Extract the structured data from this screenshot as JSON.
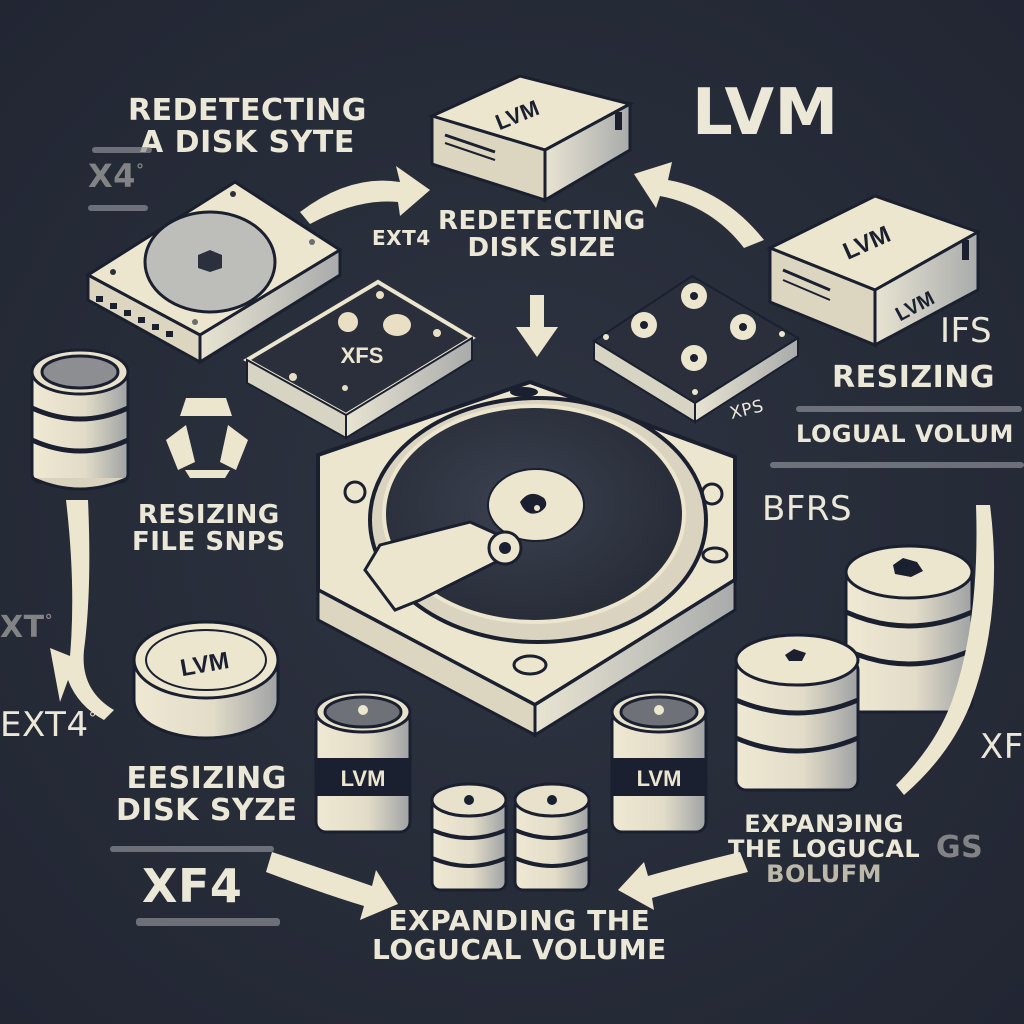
{
  "diagram": {
    "title": "LVM",
    "theme": {
      "background": "#262b38",
      "foreground": "#ece8d8",
      "outline": "#1b2030",
      "shade": "#b8b8b4"
    },
    "labels": {
      "top_left_heading_line1": "REDETECTING",
      "top_left_heading_line2": "A DISK SYTE",
      "top_left_tag": "X4",
      "top_left_tag_sup": "°",
      "center_top_tag": "EXT4",
      "center_top_line1": "REDETECTING",
      "center_top_line2": "DISK SIZE",
      "right_tag_ifs": "IFS",
      "right_heading": "RESIZING",
      "right_subheading": "LOGUAL VOLUM",
      "right_tag_bfrs": "BFRS",
      "right_tag_xps": "XPS",
      "left_heading_line1": "RESIZING",
      "left_heading_line2": "FILE SNPS",
      "left_tag_faded": "XT",
      "left_tag_faded_sup": "°",
      "left_tag_ext4": "EXT4",
      "left_tag_ext4_sup": "°",
      "bottom_left_heading_line1": "EESIZING",
      "bottom_left_heading_line2": "DISK SYZE",
      "bottom_left_tag": "XF4",
      "bottom_center_line1": "EXPANDING THE",
      "bottom_center_line2": "LOGUCAL VOLUME",
      "bottom_right_line1": "EXPANЭING",
      "bottom_right_line2": "THE LOGUCAL",
      "bottom_right_line3": "BOLUFM",
      "right_edge_tag_xf": "XF",
      "right_edge_tag_gs": "GS"
    },
    "nodes": [
      {
        "id": "lvm-box-top",
        "label": "LVM",
        "icon": "drive-box"
      },
      {
        "id": "lvm-box-right",
        "label": "LVM",
        "side_label": "LVM",
        "icon": "drive-box"
      },
      {
        "id": "hdd-flat-left",
        "icon": "hard-disk"
      },
      {
        "id": "xfs-chip",
        "label": "XFS",
        "icon": "chip"
      },
      {
        "id": "flower-chip",
        "label": "XPS",
        "icon": "chip"
      },
      {
        "id": "central-hdd",
        "icon": "hard-disk-open"
      },
      {
        "id": "db-left",
        "icon": "database"
      },
      {
        "id": "recycle",
        "icon": "recycle"
      },
      {
        "id": "lvm-puck",
        "label": "LVM",
        "icon": "disk-puck"
      },
      {
        "id": "lvm-cyl-1",
        "label": "LVM",
        "icon": "database"
      },
      {
        "id": "lvm-cyl-2",
        "label": "LVM",
        "icon": "database"
      },
      {
        "id": "db-stack-small-1",
        "icon": "database"
      },
      {
        "id": "db-stack-small-2",
        "icon": "database"
      },
      {
        "id": "db-stack-right",
        "icon": "database"
      }
    ],
    "arrows": [
      {
        "from": "hdd-flat-left",
        "to": "lvm-box-top",
        "icon": "arrow-right"
      },
      {
        "from": "lvm-box-right",
        "to": "lvm-box-top",
        "icon": "arrow-left"
      },
      {
        "from": "center-text",
        "to": "central-hdd",
        "icon": "arrow-down"
      },
      {
        "from": "db-left",
        "to": "lvm-puck",
        "icon": "arrow-down"
      },
      {
        "from": "bottom-left-text",
        "to": "bottom-center-text",
        "icon": "arrow-right"
      },
      {
        "from": "bottom-right-text",
        "to": "bottom-center-text",
        "icon": "arrow-left"
      },
      {
        "from": "right-column",
        "to": "bottom-right",
        "icon": "arrow-curve-down"
      }
    ]
  }
}
